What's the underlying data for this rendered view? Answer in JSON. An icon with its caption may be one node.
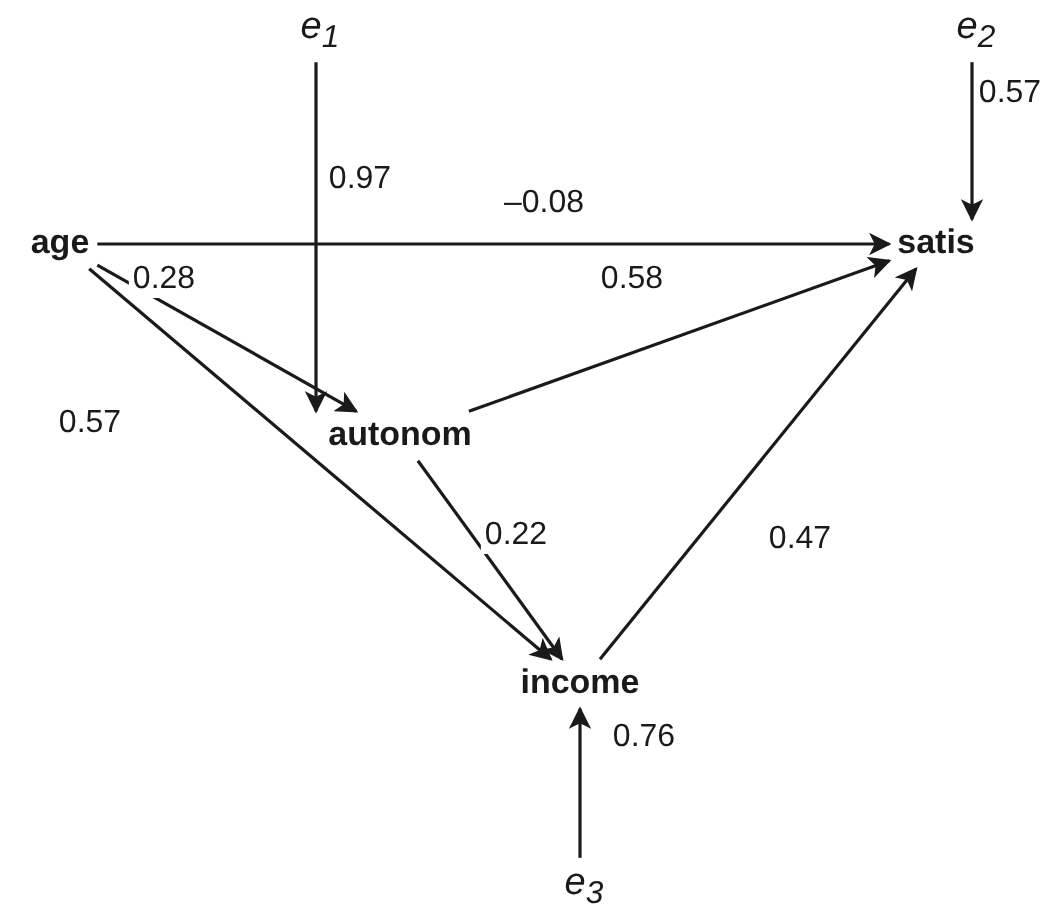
{
  "diagram": {
    "nodes": [
      {
        "text": [
          "e$_{1}$"
        ]
      },
      {
        "text": [
          "e$_{2}$"
        ]
      },
      {
        "text": [
          "age"
        ]
      },
      {
        "text": [
          "satis"
        ]
      },
      {
        "text": [
          "autonom"
        ]
      },
      {
        "text": [
          "income"
        ]
      },
      {
        "text": [
          "e$_{3}$"
        ]
      }
    ],
    "edges": [
      {
        "from": 0,
        "to": 4,
        "arrow": "to",
        "label": "0.97"
      },
      {
        "from": 1,
        "to": 3,
        "arrow": "to",
        "label": "0.57"
      },
      {
        "from": 2,
        "to": 3,
        "arrow": "to",
        "label": "–0.08"
      },
      {
        "from": 2,
        "to": 4,
        "arrow": "to",
        "label": "0.28"
      },
      {
        "from": 4,
        "to": 3,
        "arrow": "to",
        "label": "0.58"
      },
      {
        "from": 2,
        "to": 5,
        "arrow": "to",
        "label": "0.57"
      },
      {
        "from": 4,
        "to": 5,
        "arrow": "to",
        "label": "0.22"
      },
      {
        "from": 5,
        "to": 3,
        "arrow": "to",
        "label": "0.47"
      },
      {
        "from": 6,
        "to": 5,
        "arrow": "to",
        "label": "0.76"
      }
    ]
  }
}
